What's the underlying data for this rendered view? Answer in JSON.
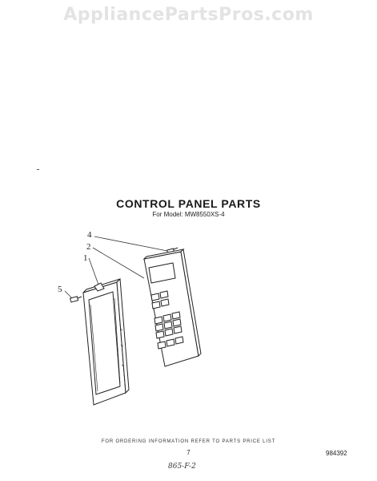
{
  "watermark": "AppliancePartsPros.com",
  "title": "CONTROL PANEL PARTS",
  "model": "For Model: MW8550XS-4",
  "callouts": {
    "c4": "4",
    "c2": "2",
    "c1": "1",
    "c5": "5"
  },
  "footer": {
    "note": "FOR ORDERING INFORMATION REFER TO PARTS PRICE LIST",
    "page": "7",
    "doc": "984392",
    "handwritten": "865-F-2"
  }
}
